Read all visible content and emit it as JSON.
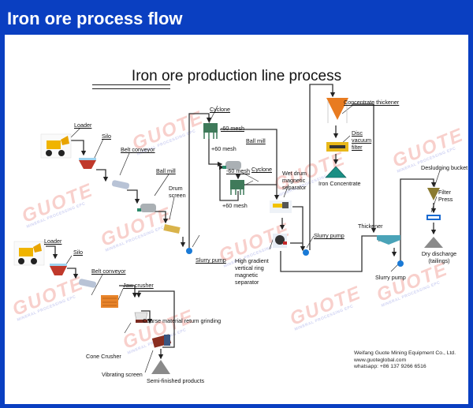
{
  "header": {
    "title": "Iron ore process flow"
  },
  "diagram": {
    "title": "Iron ore production line process",
    "watermark": {
      "brand": "GUOTE",
      "tagline": "MINERAL PROCESSING EPC"
    },
    "labels": {
      "loader_1": "Loader",
      "silo_1": "Silo",
      "belt_conveyor_1": "Belt conveyor",
      "ball_mill_1": "Ball mill",
      "drum_screen": "Drum screen",
      "loader_2": "Loader",
      "silo_2": "Silo",
      "belt_conveyor_2": "Belt conveyor",
      "jaw_crusher": "Jaw crusher",
      "coarse_return": "Coarse material return grinding",
      "cone_crusher": "Cone Crusher",
      "vibrating_screen": "Vibrating screen",
      "semi_finished": "Semi-finished products",
      "slurry_pump_1": "Slurry pump",
      "cyclone_1": "Cyclone",
      "minus60_1": "-60 mesh",
      "plus60_1": "+60 mesh",
      "ball_mill_2": "Ball mill",
      "minus60_2": "-60 mesh",
      "cyclone_2": "Cyclone",
      "plus60_2": "+60 mesh",
      "wet_drum": "Wet drum magnetic separator",
      "high_gradient": "High gradient vertical ring magnetic separator",
      "slurry_pump_2": "Slurry pump",
      "concentrate_thickener": "Concentrate thickener",
      "disc_filter": "Disc vacuum filter",
      "iron_concentrate": "Iron Concentrate",
      "thickener": "Thickener",
      "slurry_pump_3": "Slurry pump",
      "desludging_bucket": "Desludging bucket",
      "filter_press": "Filter Press",
      "dry_discharge": "Dry discharge (tailings)"
    },
    "contact": {
      "company": "Weifang Guote Mining Equipment Co., Ltd.",
      "website": "www.guoteglobal.com",
      "whatsapp": "whatsapp:  +86 137 9266 6516"
    }
  }
}
